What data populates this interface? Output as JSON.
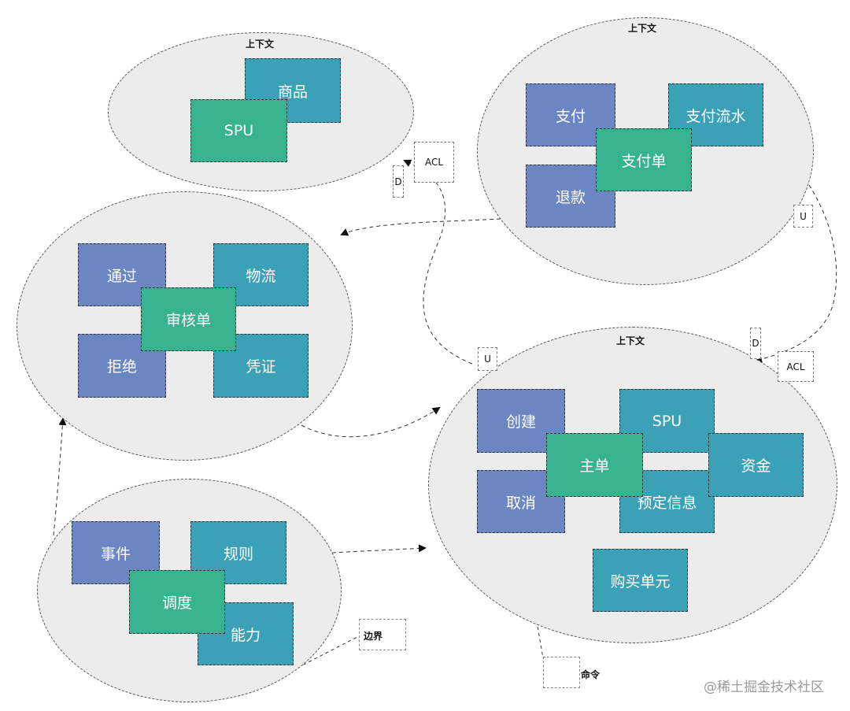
{
  "contexts": [
    {
      "name": "product",
      "label": "上下文"
    },
    {
      "name": "payment",
      "label": "上下文"
    },
    {
      "name": "review",
      "label": ""
    },
    {
      "name": "order",
      "label": "上下文"
    },
    {
      "name": "dispatch",
      "label": ""
    }
  ],
  "product": {
    "goods": "商品",
    "spu": "SPU"
  },
  "payment": {
    "pay": "支付",
    "flow": "支付流水",
    "bill": "支付单",
    "refund": "退款"
  },
  "review": {
    "pass": "通过",
    "logistics": "物流",
    "audit": "审核单",
    "reject": "拒绝",
    "voucher": "凭证"
  },
  "order": {
    "create": "创建",
    "spu": "SPU",
    "main": "主单",
    "funds": "资金",
    "cancel": "取消",
    "reserve": "预定信息",
    "unit": "购买单元"
  },
  "dispatch": {
    "event": "事件",
    "rule": "规则",
    "schedule": "调度",
    "ability": "能力"
  },
  "tags": {
    "acl_top": "ACL",
    "d_top": "D",
    "u_right": "U",
    "u_mid": "U",
    "d_right": "D",
    "acl_right": "ACL"
  },
  "notes": {
    "boundary": "边界",
    "command": "命令"
  },
  "watermark": "@稀土掘金技术社区",
  "colors": {
    "domain": "#6b86c3",
    "entity": "#3ba1b6",
    "aggregate_root": "#37b38f",
    "context_bg": "#ececec"
  }
}
